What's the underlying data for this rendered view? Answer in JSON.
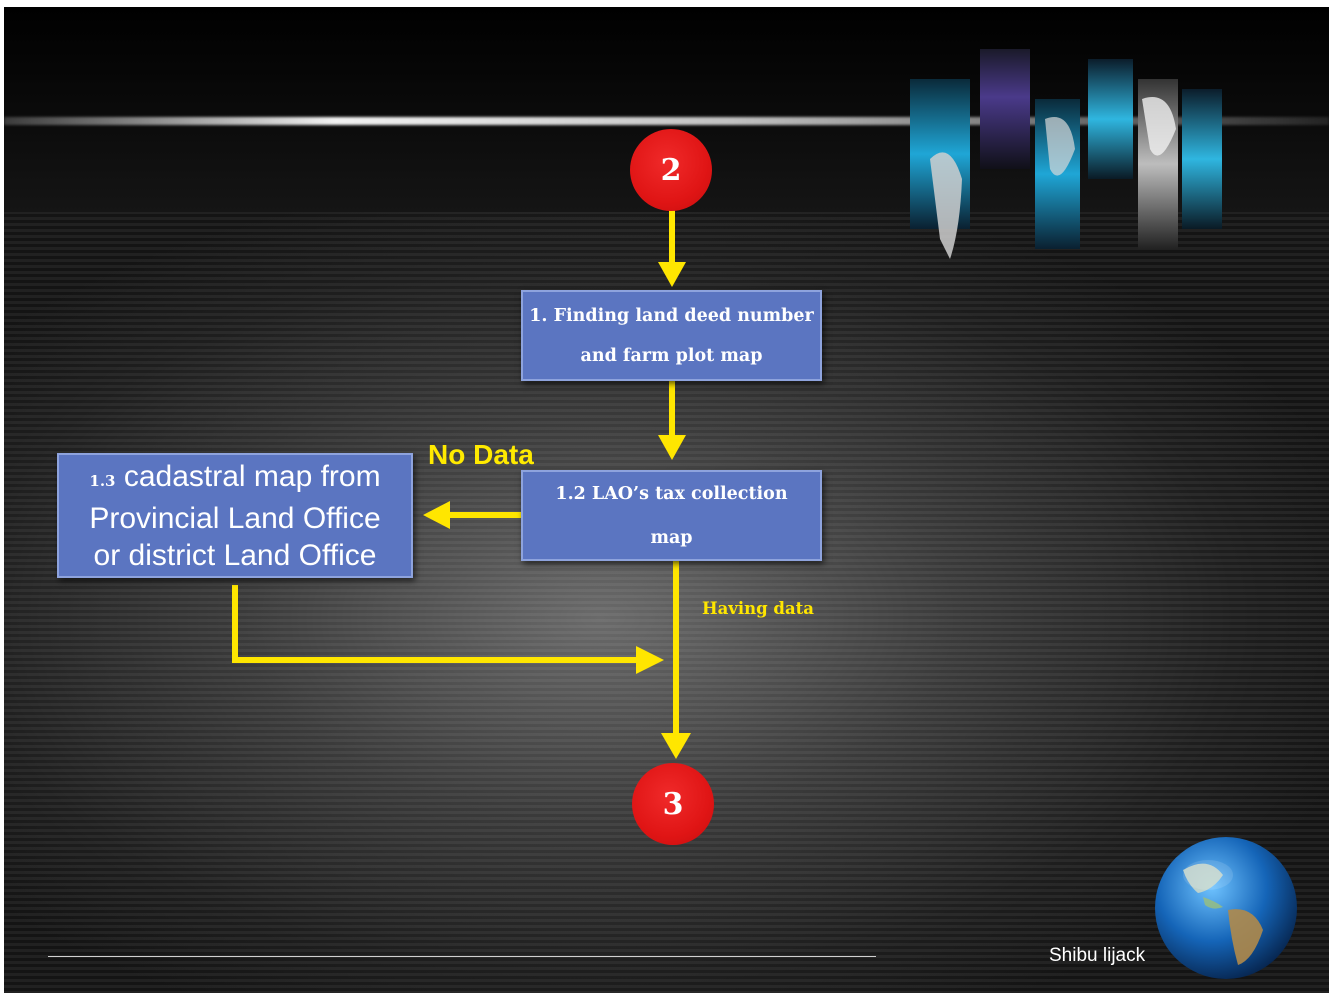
{
  "slide": {
    "author": "Shibu lijack",
    "accent_color": "#ffe600",
    "box_color": "#5b75c1",
    "node_color": "#e01515"
  },
  "diagram": {
    "start_node": "2",
    "end_node": "3",
    "box_1": {
      "lines": [
        "1. Finding land deed number",
        "and farm plot map"
      ]
    },
    "box_12": {
      "lines": [
        "1.2 LAO’s tax collection",
        "map"
      ]
    },
    "box_13": {
      "num": "1.3",
      "line1": "cadastral map from",
      "line2": "Provincial Land Office",
      "line3": "or district Land Office"
    },
    "no_data_label": "No Data",
    "having_data_label": "Having data"
  }
}
